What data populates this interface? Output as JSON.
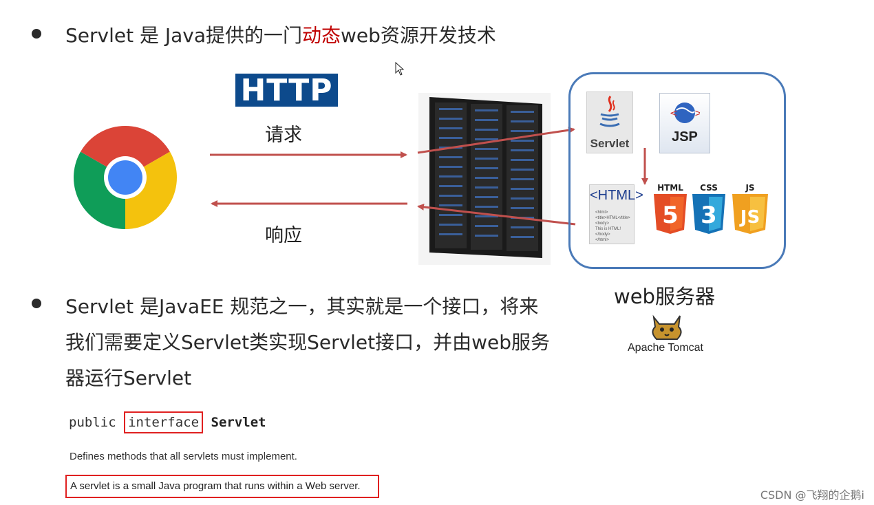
{
  "bullet1": {
    "prefix": "Servlet 是 Java提供的一门",
    "highlight": "动态",
    "suffix": "web资源开发技术"
  },
  "diagram": {
    "http_logo": "HTTP",
    "request_label": "请求",
    "response_label": "响应",
    "servlet_label": "Servlet",
    "jsp_label": "JSP",
    "html_label": "<HTML>",
    "html_mini_lines": [
      "<html>",
      "<title>HTML</title>",
      "<body>",
      "This is HTML!",
      "</body>",
      "</html>"
    ],
    "html5_label": "HTML",
    "css3_label": "CSS",
    "js_label": "JS",
    "server_box_label": "web服务器",
    "tomcat_label": "Apache Tomcat"
  },
  "bullet2": {
    "line1": "Servlet 是JavaEE 规范之一，其实就是一个接口，将来",
    "line2": "我们需要定义Servlet类实现Servlet接口，并由web服务",
    "line3": "器运行Servlet"
  },
  "code": {
    "public": "public",
    "interface": "interface",
    "name": "Servlet",
    "desc1": "Defines methods that all servlets must implement.",
    "desc2": "A servlet is a small Java program that runs within a Web server."
  },
  "watermark": "CSDN @飞翔的企鹅i",
  "colors": {
    "accent_red": "#c00000",
    "http_blue": "#0d4a8c",
    "arrow_red": "#c0504d",
    "box_blue": "#4a7ab8"
  }
}
